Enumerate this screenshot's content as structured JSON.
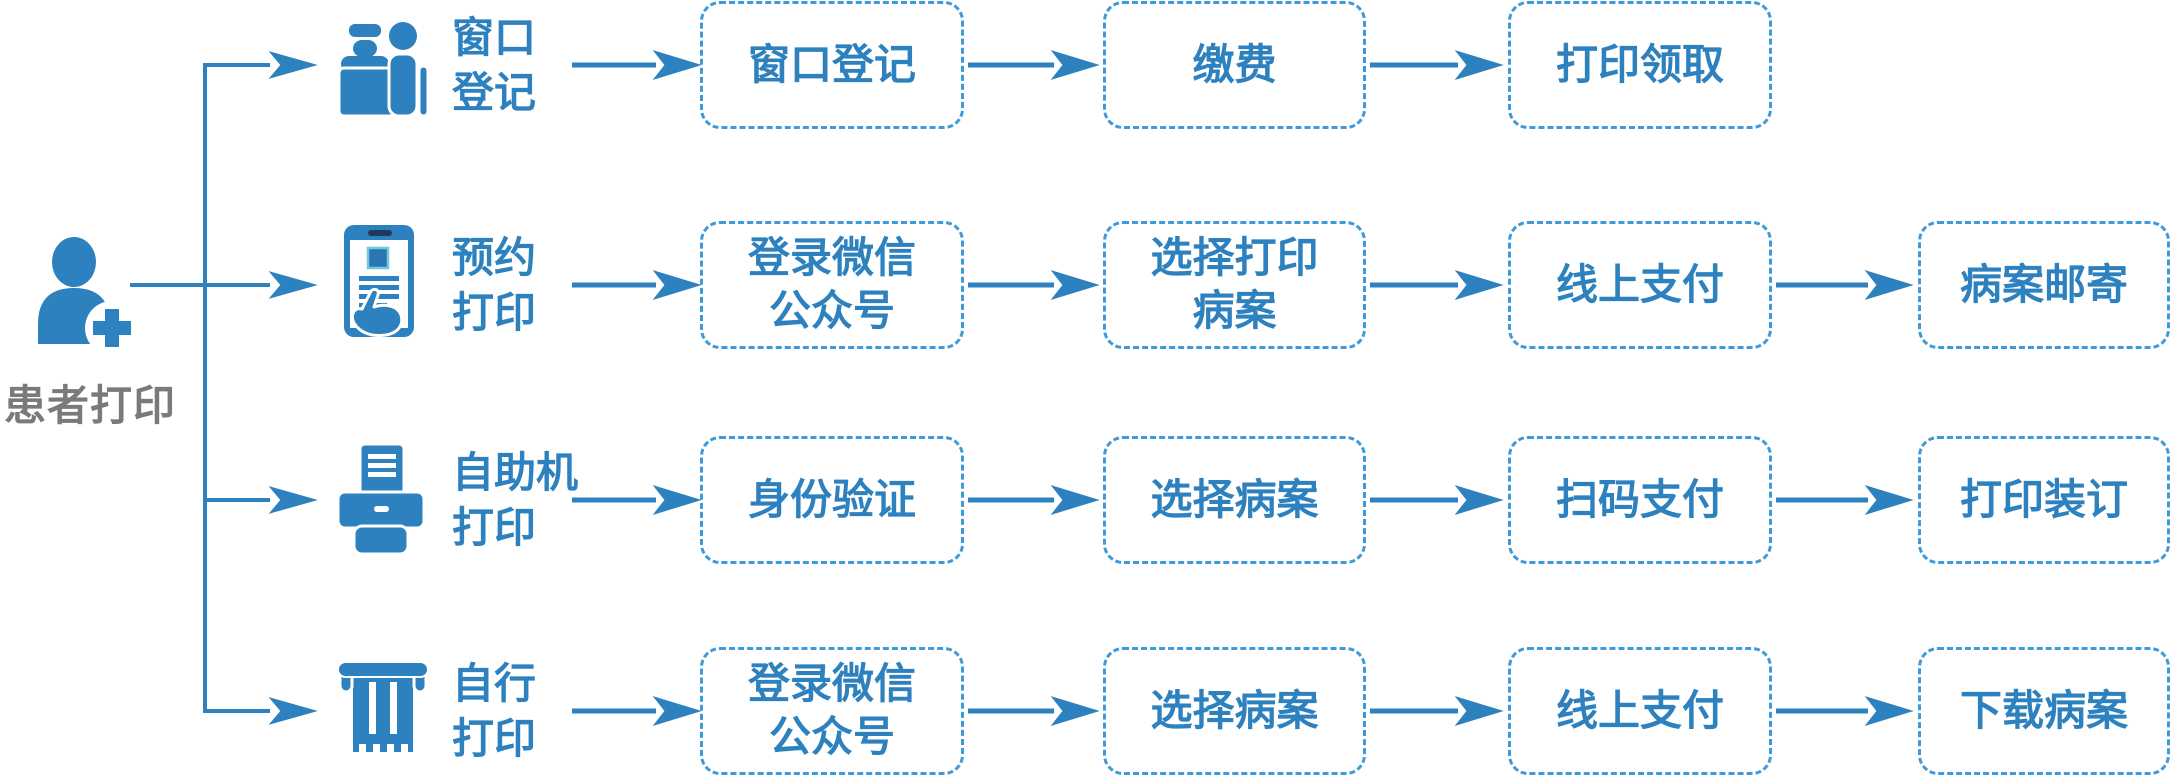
{
  "colors": {
    "primary": "#2E81BF",
    "box_border": "#3E9AD8",
    "box_text": "#2E81BF",
    "patient_label": "#7A7A7A",
    "background": "#FFFFFF",
    "tablet_speaker": "#1F3A5E",
    "tablet_screen_square": "#2C74B3",
    "tablet_square_border": "#6FCBDC"
  },
  "patient": {
    "icon": "patient-add-icon",
    "label": "患者打印"
  },
  "rows": [
    {
      "icon": "service-counter-icon",
      "label": "窗口\n登记",
      "steps": [
        "窗口登记",
        "缴费",
        "打印领取"
      ]
    },
    {
      "icon": "tablet-touch-icon",
      "label": "预约\n打印",
      "steps": [
        "登录微信\n公众号",
        "选择打印\n病案",
        "线上支付",
        "病案邮寄"
      ]
    },
    {
      "icon": "self-service-printer-icon",
      "label": "自助机\n打印",
      "steps": [
        "身份验证",
        "选择病案",
        "扫码支付",
        "打印装订"
      ]
    },
    {
      "icon": "receipt-printer-icon",
      "label": "自行\n打印",
      "steps": [
        "登录微信\n公众号",
        "选择病案",
        "线上支付",
        "下载病案"
      ]
    }
  ]
}
